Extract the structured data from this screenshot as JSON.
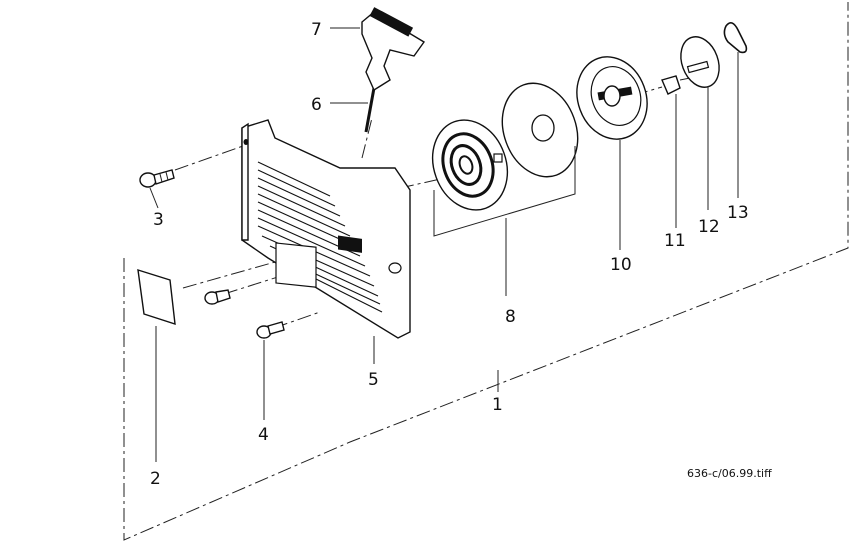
{
  "callouts": {
    "c1": "1",
    "c2": "2",
    "c3": "3",
    "c4": "4",
    "c5": "5",
    "c6": "6",
    "c7": "7",
    "c8": "8",
    "c10": "10",
    "c11": "11",
    "c12": "12",
    "c13": "13"
  },
  "file_name": "636-c/06.99.tiff"
}
